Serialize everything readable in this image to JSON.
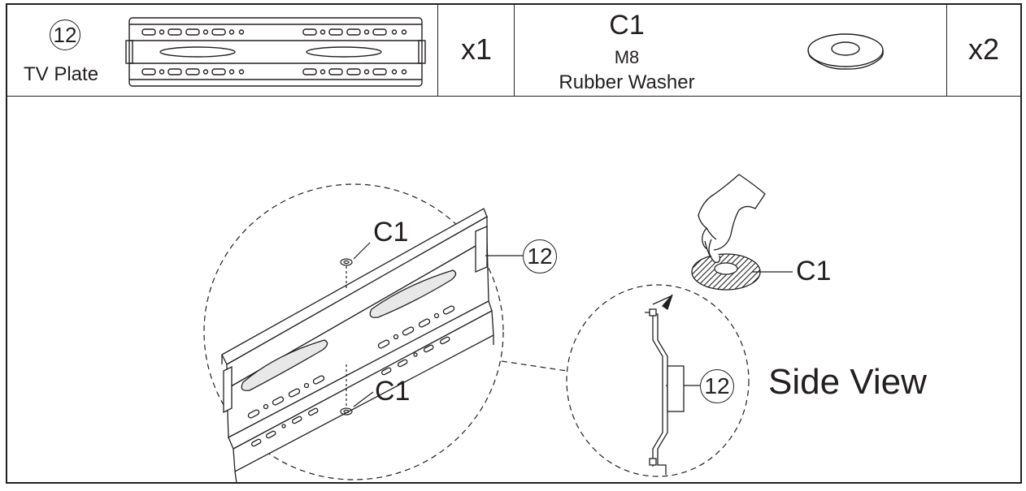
{
  "parts_header": {
    "plate": {
      "number": "12",
      "name": "TV Plate",
      "quantity": "x1"
    },
    "washer": {
      "code": "C1",
      "size": "M8",
      "name": "Rubber Washer",
      "quantity": "x2"
    }
  },
  "diagram": {
    "callout_top": "C1",
    "callout_bottom": "C1",
    "plate_callout": "12",
    "washer_callout": "C1",
    "side_plate_callout": "12",
    "side_view_label": "Side View"
  }
}
